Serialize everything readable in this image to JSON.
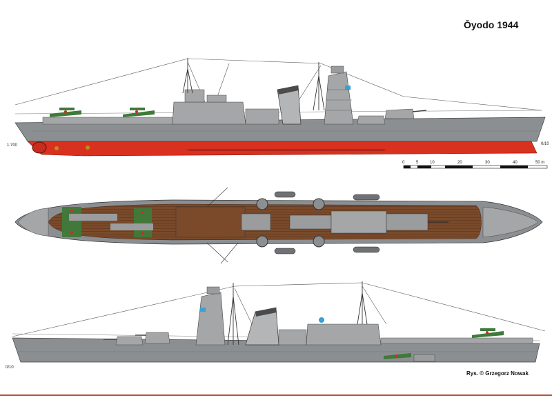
{
  "title": "Ōyodo 1944",
  "scale_ratio": "1:700",
  "frame_labels": {
    "stern_mark_top": "0/10",
    "stern_mark_bottom": "0/10"
  },
  "scale_bar": {
    "ticks": [
      "0",
      "5",
      "10",
      "20",
      "30",
      "40",
      "50 m"
    ]
  },
  "credit": "Rys. © Grzegorz Nowak",
  "colors": {
    "hull_gray": "#8c8f92",
    "superstructure_gray": "#a4a6a8",
    "waterline_red": "#d8311f",
    "deck_wood": "#7a4a2a",
    "aircraft_green": "#3f7a3a",
    "hinomaru_red": "#d62a1e"
  }
}
